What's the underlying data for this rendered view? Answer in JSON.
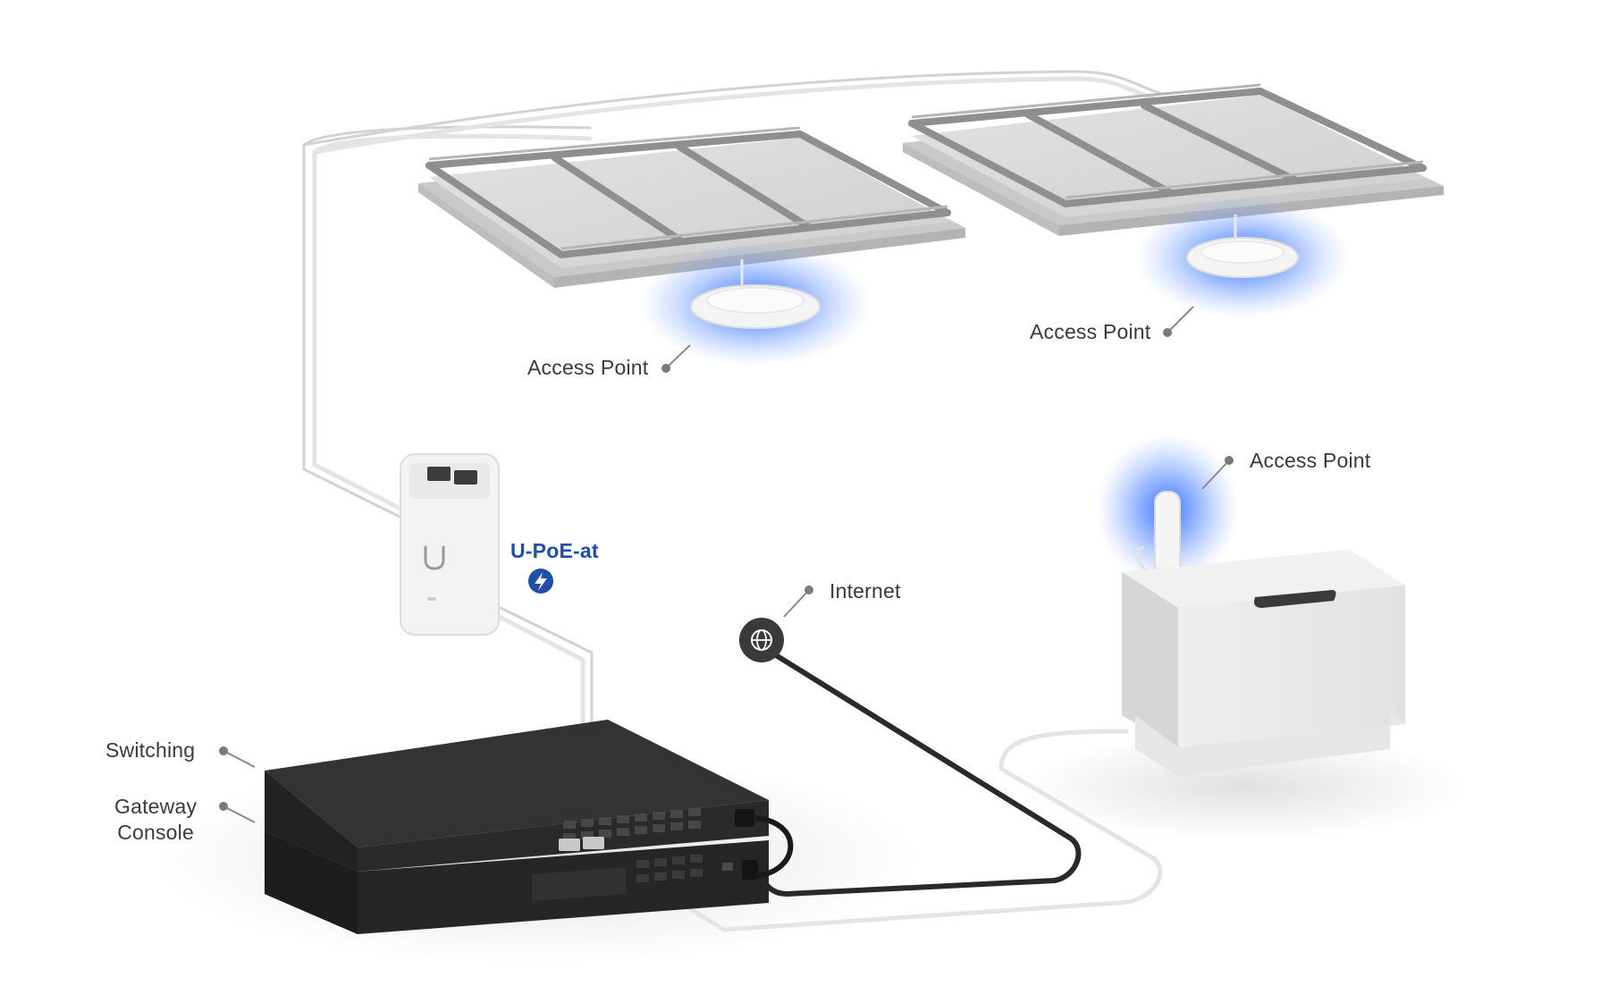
{
  "diagram": {
    "labels": {
      "access_point_1": "Access Point",
      "access_point_2": "Access Point",
      "access_point_3": "Access Point",
      "poe_injector": "U-PoE-at",
      "internet": "Internet",
      "switching": "Switching",
      "gateway_line1": "Gateway",
      "gateway_line2": "Console"
    },
    "icons": {
      "poe_badge": "lightning-bolt-icon",
      "internet_badge": "globe-icon",
      "injector_logo": "ubiquiti-u-logo-icon"
    },
    "colors": {
      "label_text": "#3a3a3a",
      "accent_label": "#1f4fa8",
      "access_point_glow": "#2f6bff",
      "rack_body": "#2b2b2b",
      "ethernet_cable_light": "#f2f2f2",
      "internet_cable": "#2a2a2a"
    }
  }
}
